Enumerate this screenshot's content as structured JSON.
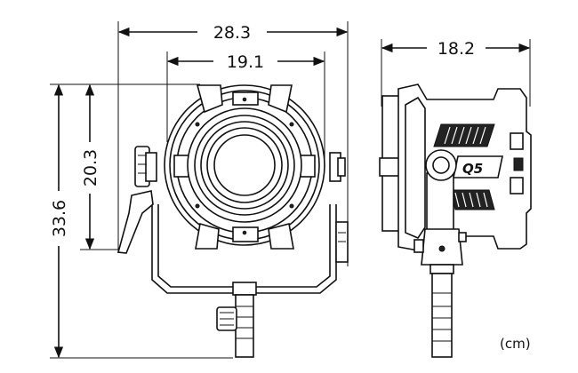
{
  "dimensions": {
    "overall_width": "28.3",
    "yoke_inner_width": "19.1",
    "side_depth": "18.2",
    "head_height": "20.3",
    "overall_height": "33.6"
  },
  "unit": "(cm)",
  "logo_text": "Q5",
  "colors": {
    "line": "#111111",
    "background": "#ffffff"
  }
}
